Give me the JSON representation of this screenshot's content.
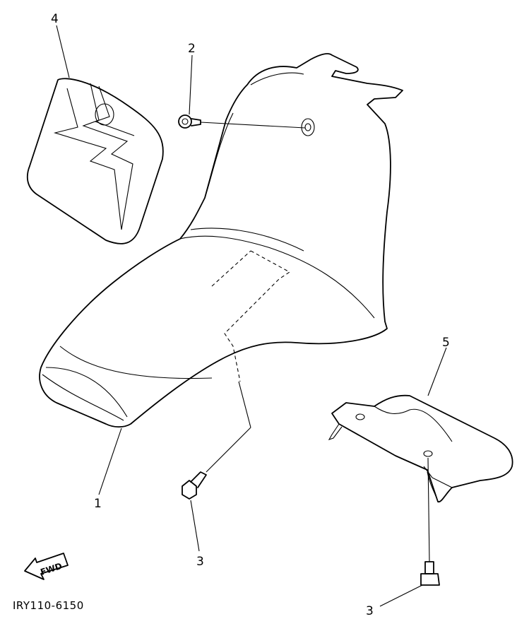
{
  "callouts": {
    "c1": "1",
    "c2": "2",
    "c3a": "3",
    "c3b": "3",
    "c4": "4",
    "c5": "5"
  },
  "fwd_label": "FWD",
  "figure_code": "IRY110-6150"
}
